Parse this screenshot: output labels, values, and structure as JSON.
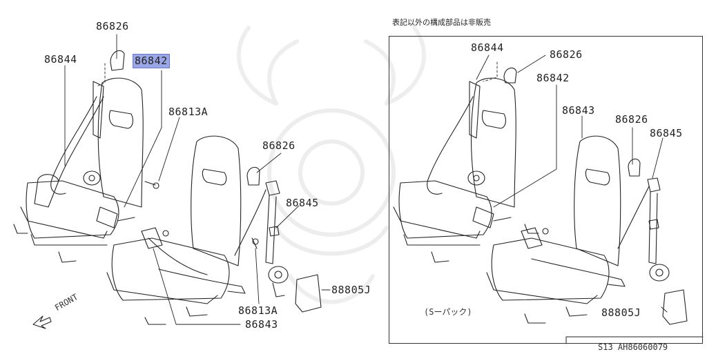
{
  "header_note": "表記以外の構成部品は非販売",
  "footer_code": "S13  AH86060079",
  "front_label": "FRONT",
  "variant_note": "(Sーパック)",
  "callouts_left": {
    "p86826_top": "86826",
    "p86844": "86844",
    "p86842": "86842",
    "p86813A_top": "86813A",
    "p86826_mid": "86826",
    "p86845": "86845",
    "p88805J": "88805J",
    "p86813A_bottom": "86813A",
    "p86843": "86843"
  },
  "callouts_right": {
    "p86844": "86844",
    "p86826_top": "86826",
    "p86842": "86842",
    "p86843": "86843",
    "p86826_mid": "86826",
    "p86845": "86845",
    "p88805J": "88805J"
  },
  "highlighted_part": "86842",
  "colors": {
    "highlight": "#9aa6e6",
    "line": "#222222",
    "watermark": "#ececec"
  }
}
